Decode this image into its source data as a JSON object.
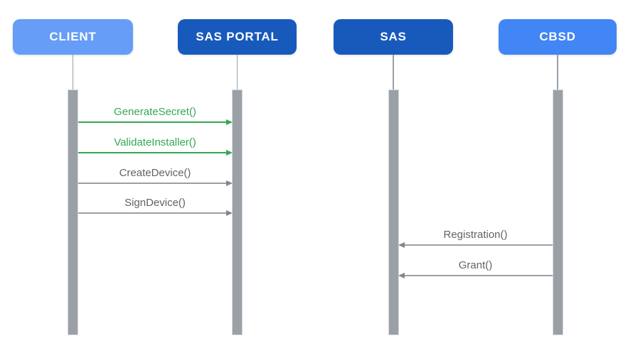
{
  "diagram": {
    "type": "sequence",
    "actors": [
      {
        "id": "client",
        "label": "CLIENT",
        "fill": "#669DF6",
        "text_color": "#FFFFFF"
      },
      {
        "id": "sas_portal",
        "label": "SAS PORTAL",
        "fill": "#185ABC",
        "text_color": "#FFFFFF"
      },
      {
        "id": "sas",
        "label": "SAS",
        "fill": "#185ABC",
        "text_color": "#FFFFFF"
      },
      {
        "id": "cbsd",
        "label": "CBSD",
        "fill": "#4285F4",
        "text_color": "#FFFFFF"
      }
    ],
    "messages": [
      {
        "label": "GenerateSecret()",
        "from": "client",
        "to": "sas_portal",
        "direction": "right",
        "text_color": "#34A853",
        "line_color": "#34A853",
        "head_color": "#34A853"
      },
      {
        "label": "ValidateInstaller()",
        "from": "client",
        "to": "sas_portal",
        "direction": "right",
        "text_color": "#34A853",
        "line_color": "#34A853",
        "head_color": "#34A853"
      },
      {
        "label": "CreateDevice()",
        "from": "client",
        "to": "sas_portal",
        "direction": "right",
        "text_color": "#5F6368",
        "line_color": "#9AA0A6",
        "head_color": "#80868B"
      },
      {
        "label": "SignDevice()",
        "from": "client",
        "to": "sas_portal",
        "direction": "right",
        "text_color": "#5F6368",
        "line_color": "#9AA0A6",
        "head_color": "#80868B"
      },
      {
        "label": "Registration()",
        "from": "cbsd",
        "to": "sas",
        "direction": "left",
        "text_color": "#5F6368",
        "line_color": "#9AA0A6",
        "head_color": "#80868B"
      },
      {
        "label": "Grant()",
        "from": "cbsd",
        "to": "sas",
        "direction": "left",
        "text_color": "#5F6368",
        "line_color": "#9AA0A6",
        "head_color": "#80868B"
      }
    ],
    "colors": {
      "background": "#FFFFFF",
      "lifeline": "#9AA0A6",
      "activation_fill": "#9AA0A6",
      "activation_border": "#D5D8DC"
    }
  }
}
